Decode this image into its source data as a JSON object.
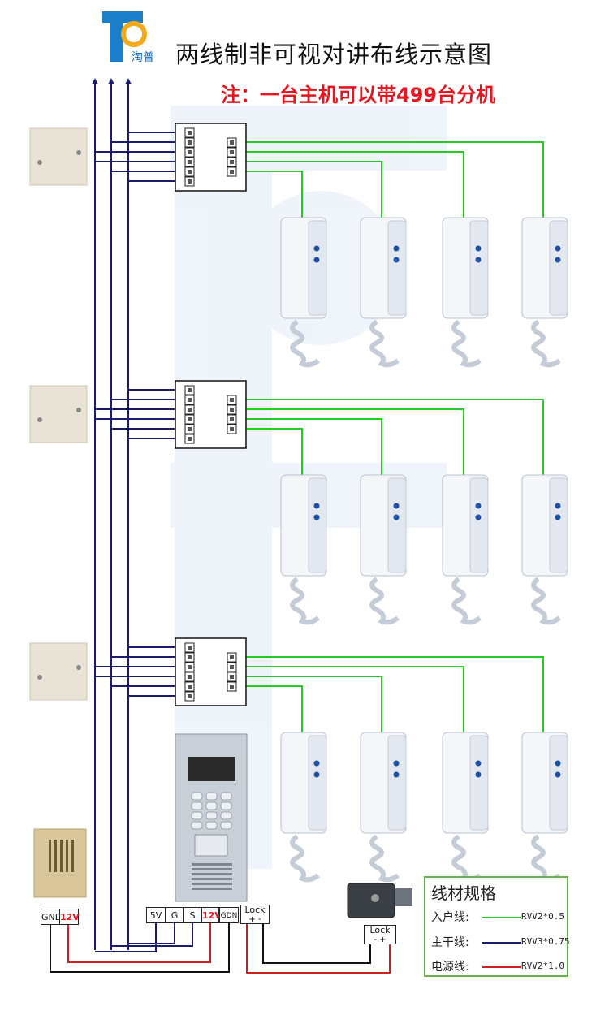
{
  "header": {
    "title": "两线制非可视对讲布线示意图",
    "note": "注：一台主机可以带499台分机",
    "logo_text": "淘普"
  },
  "legend": {
    "title": "线材规格",
    "items": [
      {
        "label": "入户线:",
        "spec": "RVV2*0.5",
        "color": "#22cc22"
      },
      {
        "label": "主干线:",
        "spec": "RVV3*0.75",
        "color": "#1a1a6e"
      },
      {
        "label": "电源线:",
        "spec": "RVV2*1.0",
        "color": "#cc1f1f"
      }
    ]
  },
  "power_supply": {
    "terminals": [
      "GND",
      "12V"
    ]
  },
  "door_station": {
    "terminals": [
      "5V",
      "G",
      "S",
      "12V",
      "GDN",
      "Lock"
    ],
    "lock_polarity": "+ -"
  },
  "lock": {
    "label": "Lock",
    "polarity": "- +"
  },
  "colors": {
    "indoor_wire": "#22cc22",
    "trunk_wire": "#1a1a6e",
    "power_wire": "#cc1f1f",
    "black_wire": "#111111"
  },
  "floors": 3,
  "handsets_per_floor": 4
}
